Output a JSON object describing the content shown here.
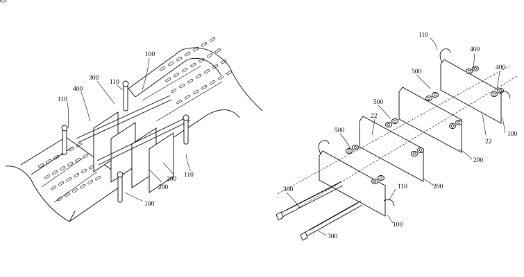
{
  "figures": {
    "assembled": {
      "labels": {
        "l100_top": "100",
        "l300": "300",
        "l110_top": "110",
        "l400": "400",
        "l110_left": "110",
        "l200_a": "200",
        "l200_b": "200",
        "l110_right": "110",
        "l100_bottom": "100"
      }
    },
    "exploded": {
      "labels": {
        "l110_top": "110",
        "l400_a": "400",
        "l400_b": "400",
        "l500_a": "500",
        "l500_b": "500",
        "l500_c": "500",
        "l22_a": "22",
        "l22_b": "22",
        "l100_right": "100",
        "l200_a": "200",
        "l200_b": "200",
        "l300_a": "300",
        "l300_b": "300",
        "l110_bottom": "110",
        "l100_bottom": "100"
      }
    }
  }
}
